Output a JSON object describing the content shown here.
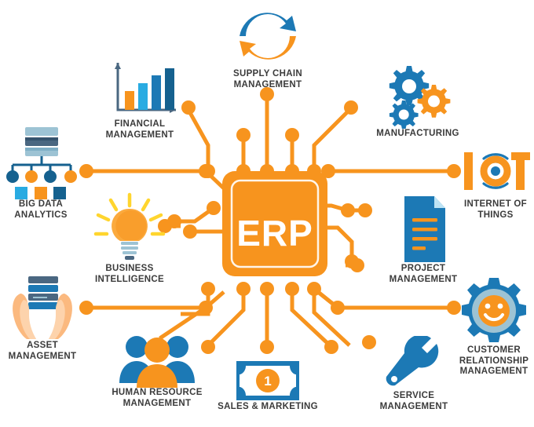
{
  "diagram": {
    "title": "ERP",
    "center": {
      "label": "ERP",
      "name": "erp-chip"
    },
    "colors": {
      "orange": "#F7941E",
      "orange_light": "#FBAA3E",
      "yellow": "#FFD52E",
      "blue": "#1C79B5",
      "blue_dark": "#15618F",
      "blue_light": "#29ABE2",
      "blue_pale": "#9DC3D4",
      "slate": "#4A6781",
      "text": "#3B3B3B",
      "skin": "#FBB97F",
      "skin_light": "#FDD3AC",
      "white": "#FFFFFF"
    },
    "modules": [
      {
        "id": "supply-chain-management",
        "label": "SUPPLY CHAIN\nMANAGEMENT",
        "icon": "refresh-cycle-arrows-icon",
        "position": "top-center"
      },
      {
        "id": "financial-management",
        "label": "FINANCIAL\nMANAGEMENT",
        "icon": "bar-chart-icon",
        "position": "top-left"
      },
      {
        "id": "manufacturing",
        "label": "MANUFACTURING",
        "icon": "gears-icon",
        "position": "top-right"
      },
      {
        "id": "big-data-analytics",
        "label": "BIG DATA\nANALYTICS",
        "icon": "database-network-icon",
        "position": "left-upper"
      },
      {
        "id": "internet-of-things",
        "label": "INTERNET OF\nTHINGS",
        "icon": "iot-signal-icon",
        "position": "right-upper"
      },
      {
        "id": "business-intelligence",
        "label": "BUSINESS\nINTELLIGENCE",
        "icon": "lightbulb-icon",
        "position": "left-middle"
      },
      {
        "id": "project-management",
        "label": "PROJECT\nMANAGEMENT",
        "icon": "document-icon",
        "position": "right-middle"
      },
      {
        "id": "asset-management",
        "label": "ASSET\nMANAGEMENT",
        "icon": "hands-holding-database-icon",
        "position": "left-lower"
      },
      {
        "id": "customer-relationship-management",
        "label": "CUSTOMER\nRELATIONSHIP\nMANAGEMENT",
        "icon": "gear-smiley-icon",
        "position": "right-lower"
      },
      {
        "id": "human-resource-management",
        "label": "HUMAN RESOURCE\nMANAGEMENT",
        "icon": "people-group-icon",
        "position": "bottom-left"
      },
      {
        "id": "sales-marketing",
        "label": "SALES & MARKETING",
        "icon": "banknote-icon",
        "position": "bottom-center",
        "badge": "1"
      },
      {
        "id": "service-management",
        "label": "SERVICE\nMANAGEMENT",
        "icon": "wrench-icon",
        "position": "bottom-right"
      }
    ]
  }
}
